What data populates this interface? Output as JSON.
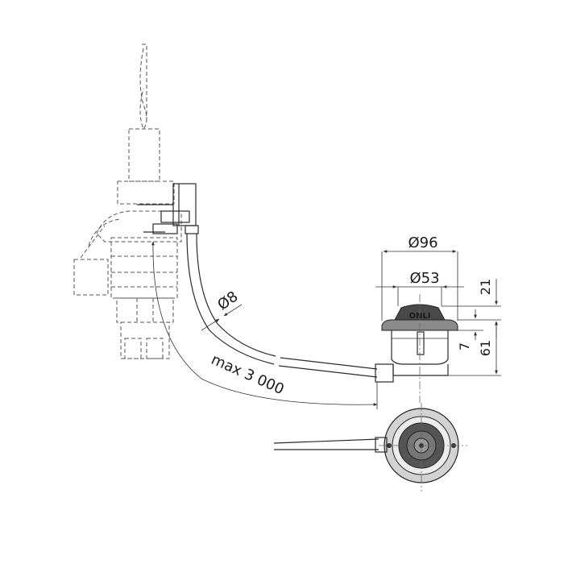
{
  "labels": {
    "outer_diameter": "Ø96",
    "inner_diameter": "Ø53",
    "cable_diameter": "Ø8",
    "cable_length": "max 3 000",
    "dim_height_top": "21",
    "dim_height_small": "7",
    "dim_height_total": "61",
    "button_logo": "ONLI"
  }
}
